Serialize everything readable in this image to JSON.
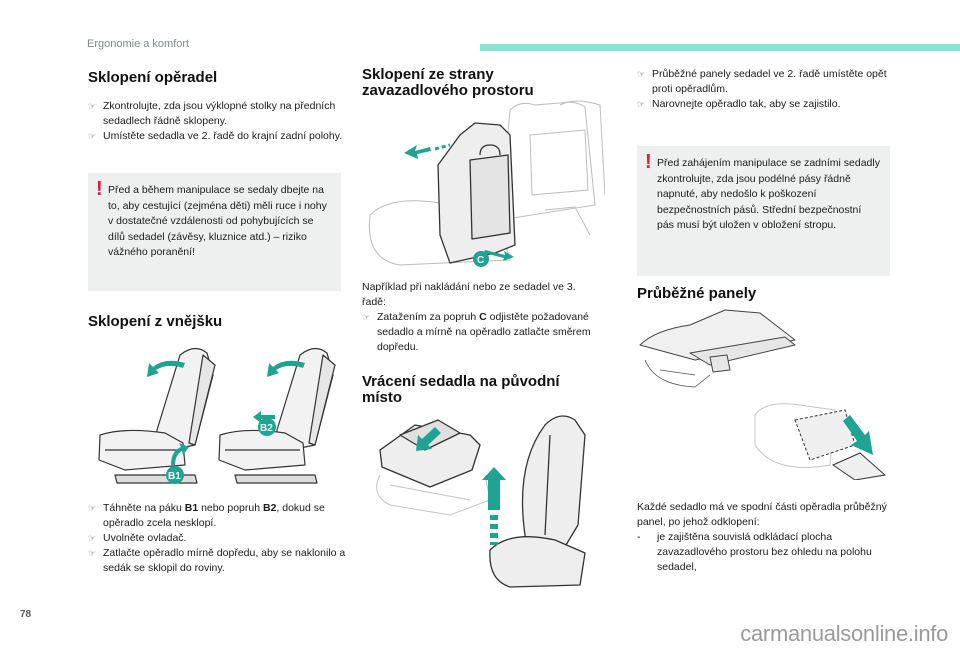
{
  "header": {
    "section_title": "Ergonomie a komfort",
    "accent_color": "#86e5d3"
  },
  "col1": {
    "sec1": {
      "title": "Sklopení opěradel",
      "bullets": [
        "Zkontrolujte, zda jsou výklopné stolky na předních sedadlech řádně sklopeny.",
        "Umístěte sedadla ve 2. řadě do krajní zadní polohy."
      ]
    },
    "warning": {
      "icon": "exclamation-icon",
      "text": "Před a během manipulace se sedaly dbejte na to, aby cestující (zejména děti) měli ruce i nohy v dostatečné vzdálenosti od pohybujících se dílů sedadel (závěsy, kluznice atd.) – riziko vážného poranění!"
    },
    "sec2": {
      "title": "Sklopení z vnějšku",
      "illustration_labels": [
        "B1",
        "B2"
      ],
      "bullets": [
        {
          "pre": "Táhněte na páku ",
          "b1": "B1",
          "mid": " nebo popruh ",
          "b2": "B2",
          "post": ", dokud se opěradlo zcela nesklopí."
        },
        "Uvolněte ovladač.",
        "Zatlačte opěradlo mírně dopředu, aby se naklonilo a sedák se sklopil do roviny."
      ]
    }
  },
  "col2": {
    "sec1": {
      "title": "Sklopení ze strany zavazadlového prostoru",
      "illustration_label": "C",
      "intro": "Například při nakládání nebo ze sedadel ve 3. řadě:",
      "bullets": [
        {
          "pre": "Zatažením za popruh ",
          "bold": "C",
          "post": " odjistěte požadované sedadlo a mírně na opěradlo zatlačte směrem dopředu."
        }
      ]
    },
    "sec2": {
      "title": "Vrácení sedadla na původní místo"
    }
  },
  "col3": {
    "bullets": [
      "Průběžné panely sedadel ve 2. řadě umístěte opět proti opěradlům.",
      "Narovnejte opěradlo tak, aby se zajistilo."
    ],
    "warning": {
      "icon": "exclamation-icon",
      "text": "Před zahájením manipulace se zadními sedadly zkontrolujte, zda jsou podélné pásy řádně napnuté, aby nedošlo k poškození bezpečnostních pásů. Střední bezpečnostní pás musí být uložen v obložení stropu."
    },
    "sec": {
      "title": "Průběžné panely",
      "intro": "Každé sedadlo má ve spodní části opěradla průběžný panel, po jehož odklopení:",
      "dash_items": [
        "je zajištěna souvislá odkládací plocha zavazadlového prostoru bez ohledu na polohu sedadel,"
      ]
    }
  },
  "bullet_glyph": "☞",
  "dash_glyph": "-",
  "warning_glyph": "!",
  "footer": {
    "page_number": "78",
    "watermark": "carmanualsonline.info"
  }
}
